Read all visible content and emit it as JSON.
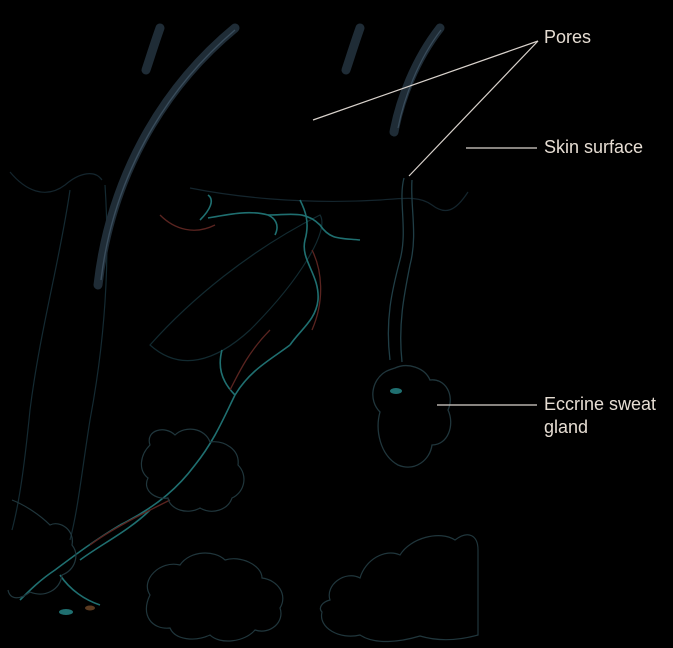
{
  "labels": {
    "pores": "Pores",
    "skin_surface": "Skin surface",
    "gland_line1": "Eccrine sweat",
    "gland_line2": "gland"
  },
  "colors": {
    "background": "#000000",
    "label_text": "#e6ddd3",
    "leader_line": "#d9d2cc",
    "hair": "#1f2c36",
    "hair_highlight": "#3a4d5c",
    "vessel_teal": "#1f6f70",
    "vessel_red": "#5a2420",
    "tissue_outline": "#1c3a44",
    "fat_outline": "#20363c"
  }
}
